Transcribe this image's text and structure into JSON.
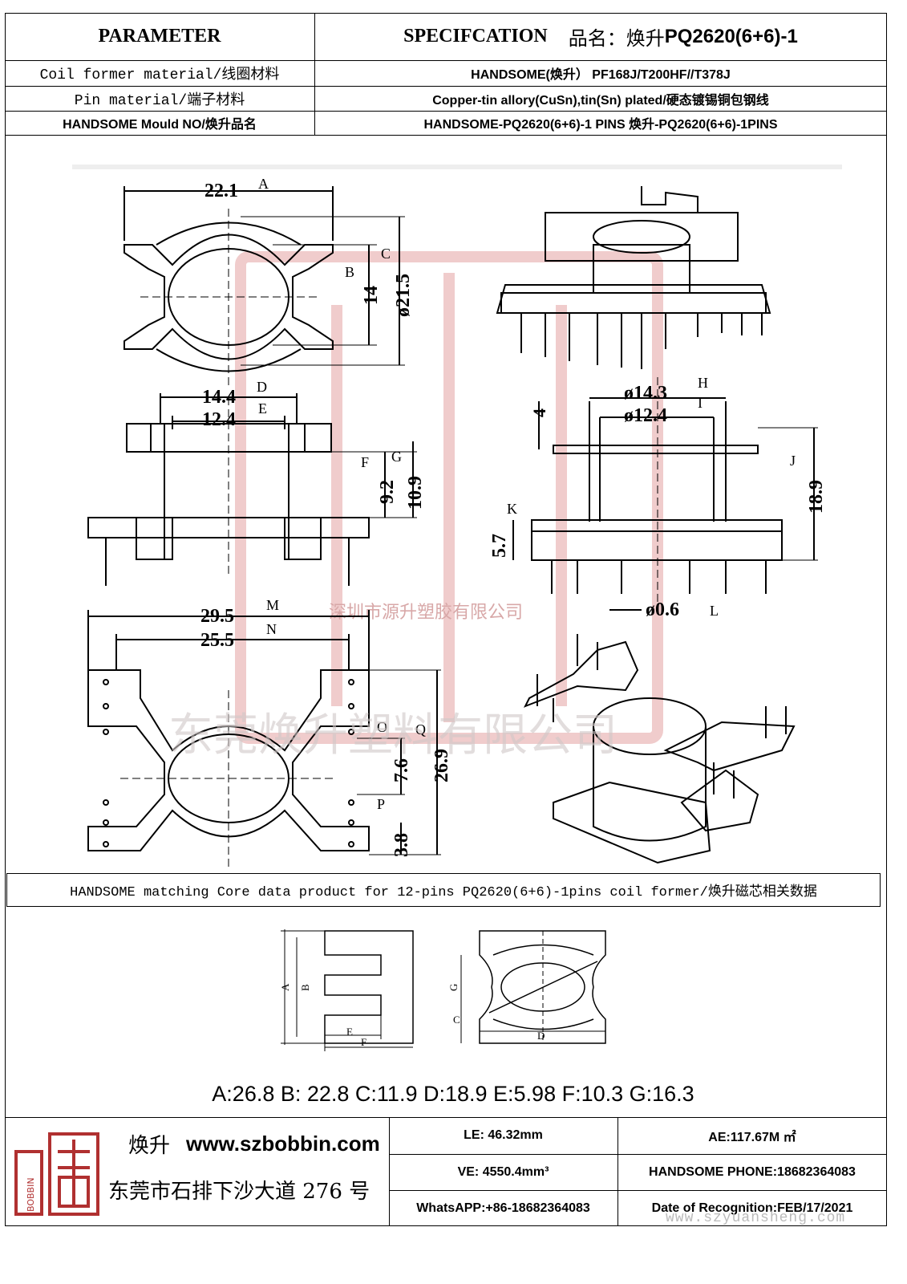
{
  "header": {
    "parameter": "PARAMETER",
    "specification": "SPECIFCATION",
    "product_name_label": "品名：焕升",
    "product_name": "PQ2620(6+6)-1"
  },
  "rows": [
    {
      "label": "Coil former material/线圈材料",
      "value": "HANDSOME(焕升） PF168J/T200HF//T378J"
    },
    {
      "label": "Pin material/端子材料",
      "value": "Copper-tin allory(CuSn),tin(Sn) plated/硬态镀锡铜包钢线"
    },
    {
      "label": "HANDSOME Mould NO/焕升品名",
      "value": "HANDSOME-PQ2620(6+6)-1 PINS 焕升-PQ2620(6+6)-1PINS"
    }
  ],
  "drawing": {
    "top": {
      "dim_a": "22.1",
      "dim_b": "14",
      "dim_c": "ø21.5",
      "tag_a": "A",
      "tag_b": "B",
      "tag_c": "C"
    },
    "side": {
      "dim_d": "14.4",
      "dim_e": "12.4",
      "dim_f": "9.2",
      "dim_g": "10.9",
      "tag_d": "D",
      "tag_e": "E",
      "tag_f": "F",
      "tag_g": "G"
    },
    "front": {
      "dim_h": "ø14.3",
      "dim_i": "ø12.4",
      "dim_j": "18.9",
      "dim_k": "5.7",
      "dim_top": "4",
      "dim_l": "ø0.6",
      "tag_h": "H",
      "tag_i": "I",
      "tag_j": "J",
      "tag_k": "K",
      "tag_l": "L"
    },
    "bottom": {
      "dim_m": "29.5",
      "dim_n": "25.5",
      "dim_o": "7.6",
      "dim_p": "3.8",
      "dim_q": "26.9",
      "tag_m": "M",
      "tag_n": "N",
      "tag_o": "O",
      "tag_p": "P",
      "tag_q": "Q"
    },
    "watermark_company1": "深圳市源升塑胶有限公司",
    "watermark_company2": "东莞焕升塑料有限公司"
  },
  "core_section": {
    "title": "HANDSOME matching Core data  product for 12-pins PQ2620(6+6)-1pins coil former/焕升磁芯相关数据",
    "labels": {
      "a": "A",
      "b": "B",
      "c": "C",
      "d": "D",
      "e": "E",
      "f": "F",
      "g": "G"
    },
    "values_line": "A:26.8 B: 22.8 C:11.9 D:18.9 E:5.98 F:10.3 G:16.3"
  },
  "footer": {
    "brand": "焕升",
    "website": "www.szbobbin.com",
    "address": "东莞市石排下沙大道 276 号",
    "logo_text": "BOBBIN",
    "le": "LE: 46.32mm",
    "ae": "AE:117.67M ㎡",
    "ve": "VE: 4550.4mm³",
    "phone": "HANDSOME PHONE:18682364083",
    "whatsapp": "WhatsAPP:+86-18682364083",
    "date": "Date of Recognition:FEB/17/2021",
    "watermark_url": "www.szyuansheng.com"
  },
  "colors": {
    "line": "#000000",
    "watermark": "#e8b8b8",
    "logo_red": "#b03030"
  }
}
